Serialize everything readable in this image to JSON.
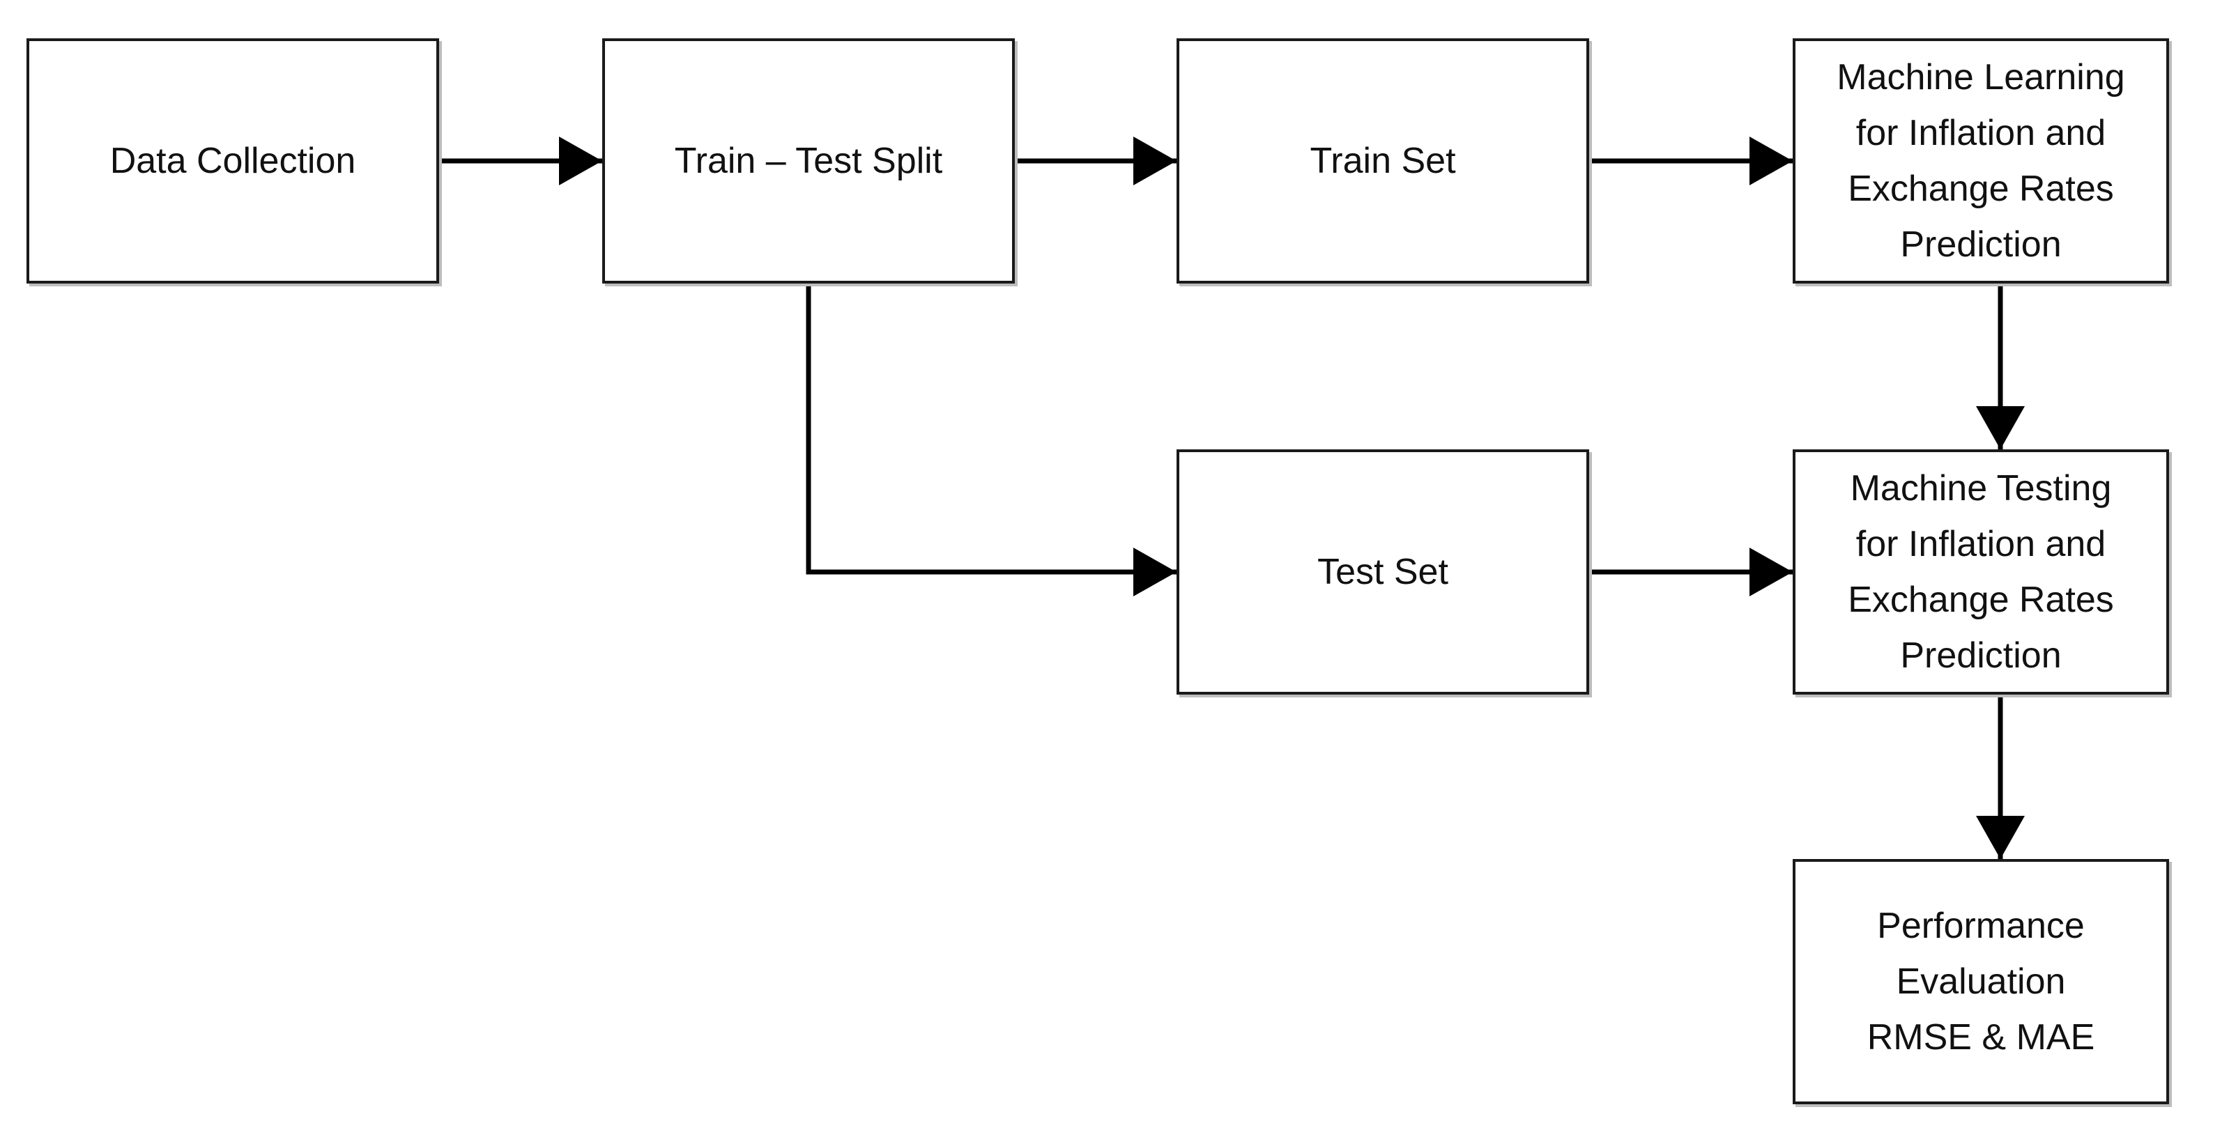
{
  "diagram": {
    "nodes": {
      "data_collection": "Data Collection",
      "train_test_split": "Train – Test Split",
      "train_set": "Train Set",
      "machine_learning": "Machine Learning\nfor Inflation and\nExchange Rates\nPrediction",
      "test_set": "Test Set",
      "machine_testing": "Machine Testing\nfor Inflation and\nExchange Rates\nPrediction",
      "performance": "Performance\nEvaluation\nRMSE & MAE"
    },
    "edges": [
      {
        "from": "data_collection",
        "to": "train_test_split"
      },
      {
        "from": "train_test_split",
        "to": "train_set"
      },
      {
        "from": "train_test_split",
        "to": "test_set"
      },
      {
        "from": "train_set",
        "to": "machine_learning"
      },
      {
        "from": "machine_learning",
        "to": "machine_testing"
      },
      {
        "from": "test_set",
        "to": "machine_testing"
      },
      {
        "from": "machine_testing",
        "to": "performance"
      }
    ],
    "colors": {
      "stroke": "#1a1a1a",
      "shadow": "#bdbdbd",
      "background": "#ffffff"
    }
  }
}
